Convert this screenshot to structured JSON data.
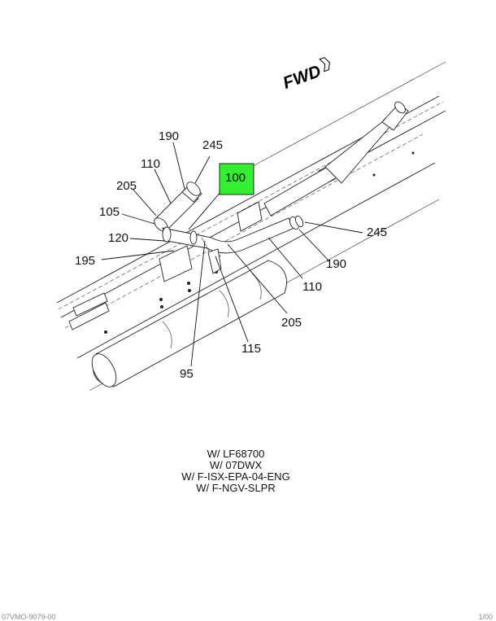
{
  "orientation": {
    "label": "FWD"
  },
  "callouts": {
    "c190_top": "190",
    "c245_top": "245",
    "c110_top": "110",
    "c205_top": "205",
    "c100": "100",
    "c105": "105",
    "c120": "120",
    "c195": "195",
    "c245_right": "245",
    "c190_right": "190",
    "c110_right": "110",
    "c205_bottom": "205",
    "c115": "115",
    "c95": "95"
  },
  "highlight": {
    "callout": "100",
    "color": "#33ee33"
  },
  "notes": [
    "W/ LF68700",
    "W/ 07DWX",
    "W/ F-ISX-EPA-04-ENG",
    "W/ F-NGV-SLPR"
  ],
  "footer": {
    "left": "07VMO-9079-00",
    "right": "1/00"
  }
}
